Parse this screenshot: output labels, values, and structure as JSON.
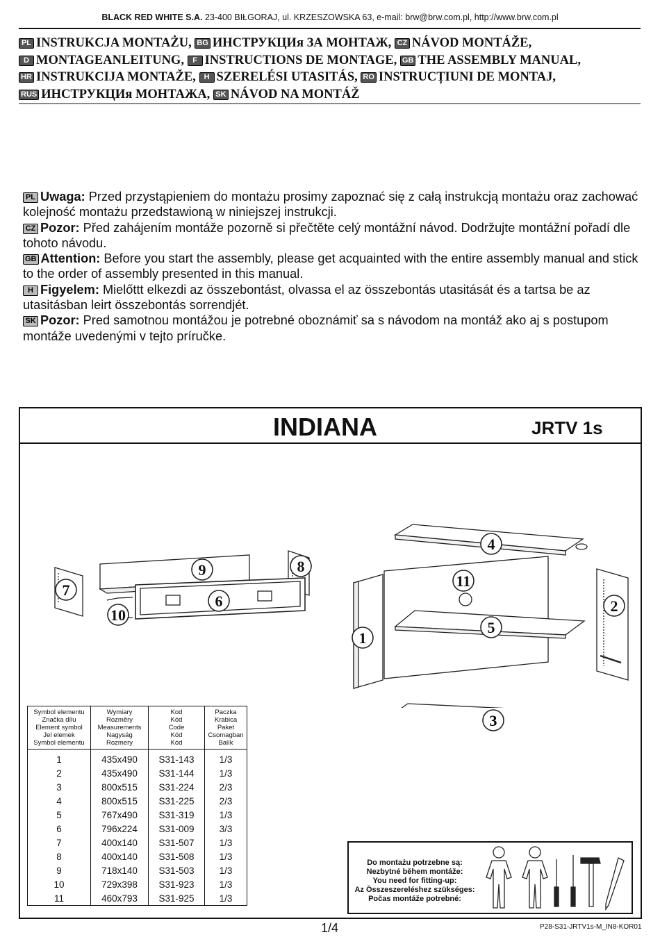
{
  "header": {
    "company": "BLACK RED WHITE S.A.",
    "address": " 23-400 BIŁGORAJ, ul. KRZESZOWSKA 63, e-mail: brw@brw.com.pl, http://www.brw.com.pl"
  },
  "titles": [
    [
      {
        "flag": "PL",
        "text": "INSTRUKCJA MONTAŻU,"
      },
      {
        "flag": "BG",
        "text": "ИНСТРУКЦИя ЗА МОНТАЖ,"
      },
      {
        "flag": "CZ",
        "text": "NÁVOD MONTÁŽE,"
      }
    ],
    [
      {
        "flag": "D",
        "text": "MONTAGEANLEITUNG,"
      },
      {
        "flag": "F",
        "text": "INSTRUCTIONS DE MONTAGE,"
      },
      {
        "flag": "GB",
        "text": "THE ASSEMBLY MANUAL,"
      }
    ],
    [
      {
        "flag": "HR",
        "text": "INSTRUKCIJA MONTAŽE,"
      },
      {
        "flag": "H",
        "text": "SZERELÉSI UTASITÁS,"
      },
      {
        "flag": "RO",
        "text": "INSTRUCȚIUNI DE MONTAJ,"
      }
    ],
    [
      {
        "flag": "RUS",
        "text": "ИНСТРУКЦИя МОНТАЖА,"
      },
      {
        "flag": "SK",
        "text": "NÁVOD NA MONTÁŽ"
      }
    ]
  ],
  "notes": [
    {
      "flag": "PL",
      "label": "Uwaga:",
      "text": " Przed przystąpieniem do montażu prosimy zapoznać się z całą instrukcją montażu oraz zachować kolejność montażu przedstawioną w niniejszej instrukcji."
    },
    {
      "flag": "CZ",
      "label": "Pozor:",
      "text": " Před zahájením montáže pozorně si přečtěte celý montážní návod. Dodržujte montážní pořadí dle tohoto návodu."
    },
    {
      "flag": "GB",
      "label": "Attention:",
      "text": " Before you start the assembly, please get acquainted with the entire assembly manual and stick to the order of assembly presented in this manual."
    },
    {
      "flag": "H",
      "label": "Figyelem:",
      "text": " Mielőttt elkezdi az összebontást, olvassa el az összebontás utasitását és a tartsa be az utasitásban leirt összebontás sorrendjét."
    },
    {
      "flag": "SK",
      "label": "Pozor:",
      "text": " Pred samotnou montážou je potrebné oboznámiť sa s návodom na montáž ako aj s postupom montáže uvedenými v tejto príručke."
    }
  ],
  "product": {
    "name": "INDIANA",
    "model": "JRTV 1s"
  },
  "part_labels": [
    "1",
    "2",
    "3",
    "4",
    "5",
    "6",
    "7",
    "8",
    "9",
    "10",
    "11"
  ],
  "parts_table": {
    "headers": [
      "Symbol elementu\nZnačka dílu\nElement symbol\nJel elemek\nSymbol elementu",
      "Wymiary\nRozměry\nMeasurements\nNagyság\nRozmery",
      "Kod\nKód\nCode\nKód\nKód",
      "Paczka\nKrabica\nPaket\nCsomagban\nBalík"
    ],
    "rows": [
      [
        "1",
        "435x490",
        "S31-143",
        "1/3"
      ],
      [
        "2",
        "435x490",
        "S31-144",
        "1/3"
      ],
      [
        "3",
        "800x515",
        "S31-224",
        "2/3"
      ],
      [
        "4",
        "800x515",
        "S31-225",
        "2/3"
      ],
      [
        "5",
        "767x490",
        "S31-319",
        "1/3"
      ],
      [
        "6",
        "796x224",
        "S31-009",
        "3/3"
      ],
      [
        "7",
        "400x140",
        "S31-507",
        "1/3"
      ],
      [
        "8",
        "400x140",
        "S31-508",
        "1/3"
      ],
      [
        "9",
        "718x140",
        "S31-503",
        "1/3"
      ],
      [
        "10",
        "729x398",
        "S31-923",
        "1/3"
      ],
      [
        "11",
        "460x793",
        "S31-925",
        "1/3"
      ]
    ]
  },
  "tools_box": {
    "lines": [
      "Do montażu potrzebne są:",
      "Nezbytné během montáže:",
      "You need for fitting-up:",
      "Az Összeszereléshez szükséges:",
      "Počas montáže potrebné:"
    ],
    "icons": [
      "person-icon",
      "person-icon",
      "screwdriver-icon",
      "screwdriver-icon",
      "hammer-icon",
      "pencil-icon"
    ]
  },
  "footer": {
    "page": "1/4",
    "code": "P28-S31-JRTV1s-M_IN8-KOR01"
  }
}
